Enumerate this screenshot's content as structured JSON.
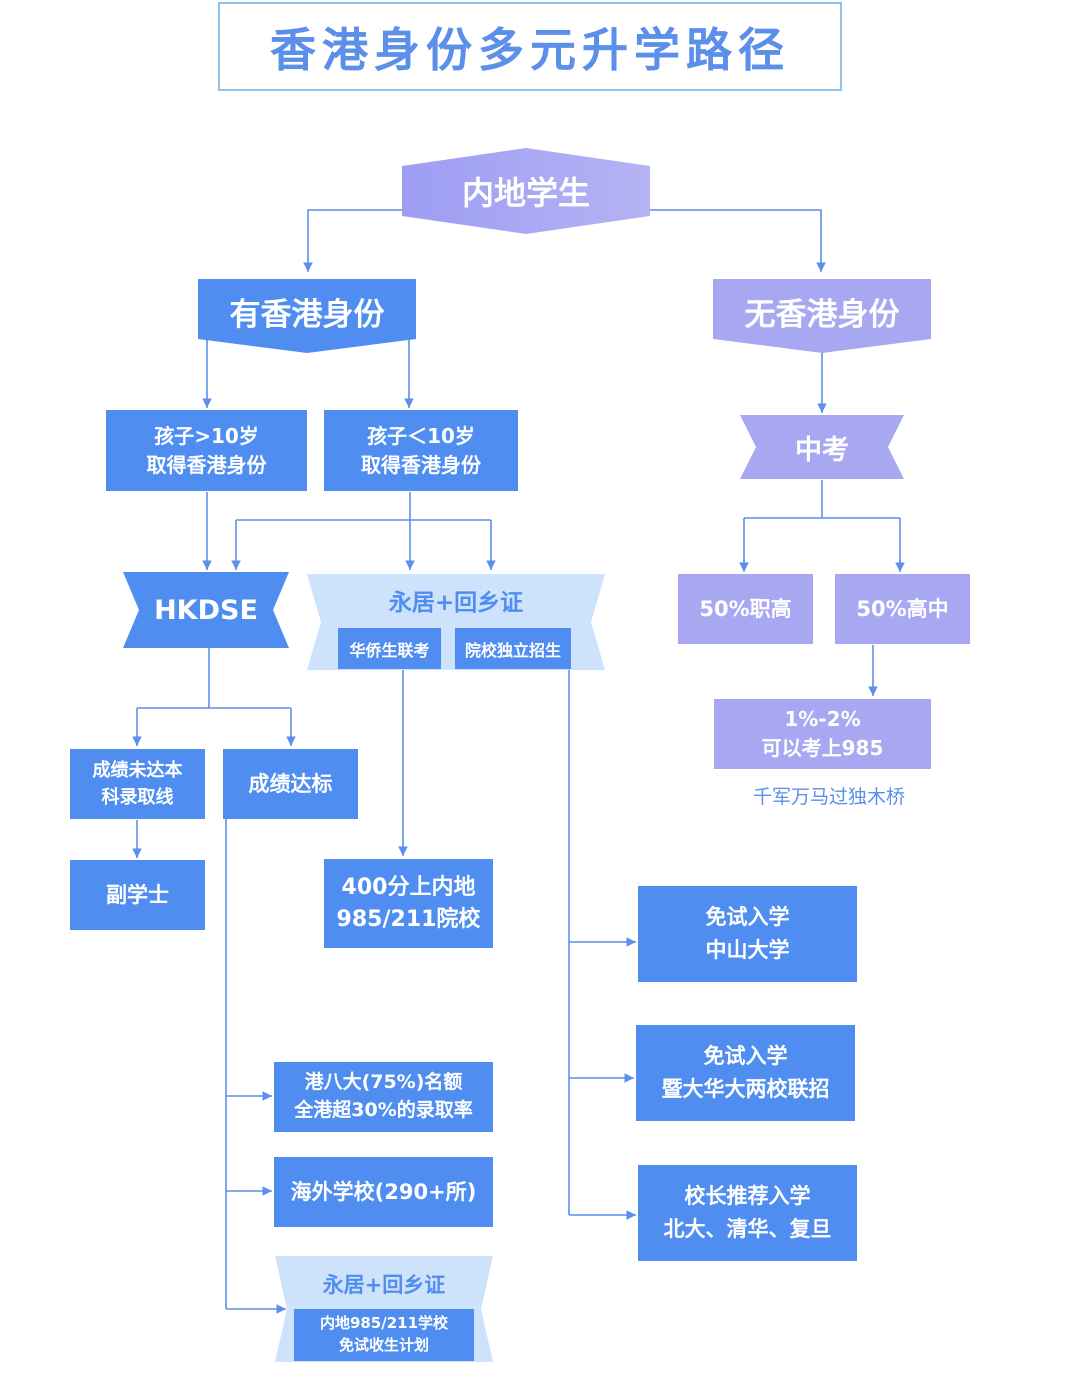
{
  "title": "香港身份多元升学路径",
  "colors": {
    "blue": "#4f8ef0",
    "purple": "#a8a8f2",
    "light_blue": "#cfe2fb",
    "line": "#5b8fe9"
  },
  "nodes": {
    "mainland_student": "内地学生",
    "with_hk_id": "有香港身份",
    "without_hk_id": "无香港身份",
    "child_over10": [
      "孩子>10岁",
      "取得香港身份"
    ],
    "child_under10": [
      "孩子＜10岁",
      "取得香港身份"
    ],
    "zhongkao": "中考",
    "hkdse": "HKDSE",
    "permanent_return_permit": "永居+回乡证",
    "overseas_chinese_exam": "华侨生联考",
    "independent_enrollment": "院校独立招生",
    "vocational_50": "50%职高",
    "highschool_50": "50%高中",
    "rate_985": [
      "1%-2%",
      "可以考上985"
    ],
    "narrow_bridge": "千军万马过独木桥",
    "score_below": [
      "成绩未达本",
      "科录取线"
    ],
    "score_met": "成绩达标",
    "associate_degree": "副学士",
    "score_400": [
      "400分上内地",
      "985/211院校"
    ],
    "sysu": [
      "免试入学",
      "中山大学"
    ],
    "jinan_huaqiao": [
      "免试入学",
      "暨大华大两校联招"
    ],
    "principal_recommend": [
      "校长推荐入学",
      "北大、清华、复旦"
    ],
    "hk8": [
      "港八大(75%)名额",
      "全港超30%的录取率"
    ],
    "overseas_schools": "海外学校(290+所)",
    "permanent_return_permit_2": "永居+回乡证",
    "mainland_985_211_plan": [
      "内地985/211学校",
      "免试收生计划"
    ]
  }
}
